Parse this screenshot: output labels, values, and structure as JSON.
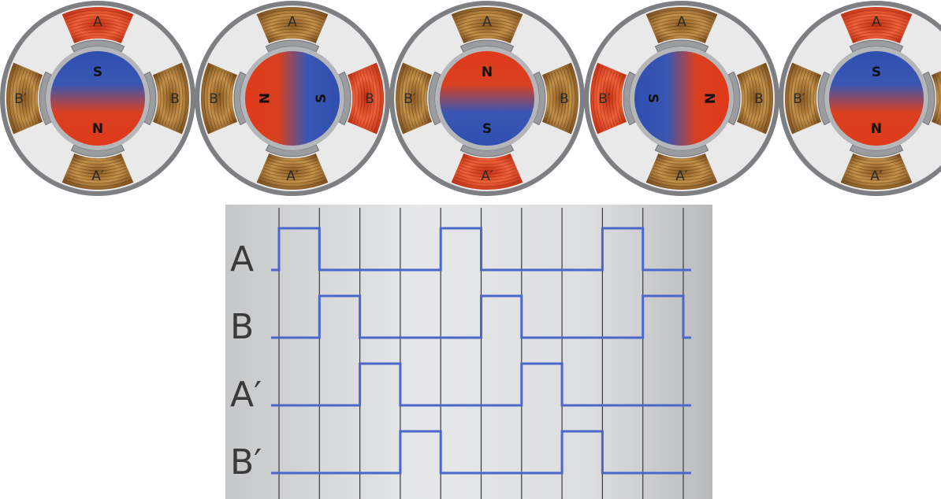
{
  "motor": {
    "coil_labels": {
      "top": "A",
      "right": "B",
      "bottom": "A′",
      "left": "B′"
    },
    "steps": [
      {
        "energized": "top",
        "rotor_top": "S",
        "rotor_bottom": "N",
        "orientation": "vertical"
      },
      {
        "energized": "right",
        "rotor_left": "N",
        "rotor_right": "S",
        "orientation": "horizontal"
      },
      {
        "energized": "bottom",
        "rotor_top": "N",
        "rotor_bottom": "S",
        "orientation": "vertical"
      },
      {
        "energized": "left",
        "rotor_left": "S",
        "rotor_right": "N",
        "orientation": "horizontal"
      },
      {
        "energized": "top",
        "rotor_top": "S",
        "rotor_bottom": "N",
        "orientation": "vertical"
      }
    ],
    "colors": {
      "energized": "#e2401c",
      "coil_idle": "#b07a38",
      "rotor_red": "#e0391b",
      "rotor_blue": "#2f4fb0"
    }
  },
  "timing": {
    "labels": [
      "A",
      "B",
      "A′",
      "B′"
    ],
    "slots": 10,
    "signals": [
      {
        "name": "A",
        "high_slots": [
          0,
          4,
          8
        ]
      },
      {
        "name": "B",
        "high_slots": [
          1,
          5,
          9
        ]
      },
      {
        "name": "A′",
        "high_slots": [
          2,
          6
        ]
      },
      {
        "name": "B′",
        "high_slots": [
          3,
          7
        ]
      }
    ],
    "line_color": "#4a67c9"
  }
}
